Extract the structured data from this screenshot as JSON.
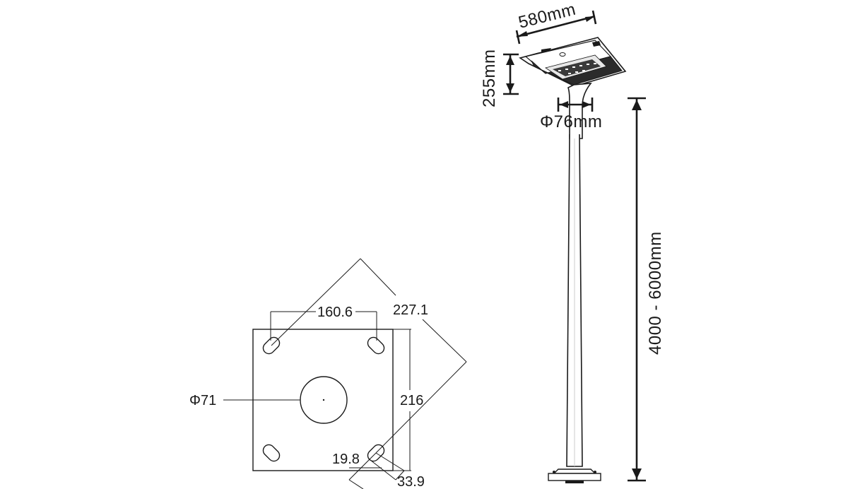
{
  "base_plate": {
    "hole_spacing": "160.6",
    "diagonal": "227.1",
    "center_hole": "Φ71",
    "plate_size": "216",
    "slot_offset_a": "19.8",
    "slot_offset_b": "33.9"
  },
  "lamp": {
    "head_width": "580mm",
    "head_height": "255mm",
    "pole_diameter": "Φ76mm",
    "pole_height": "4000 - 6000mm"
  },
  "colors": {
    "line": "#1a1a1a",
    "fill_light": "#f4f4f4",
    "fill_dark": "#2b2b2b"
  }
}
